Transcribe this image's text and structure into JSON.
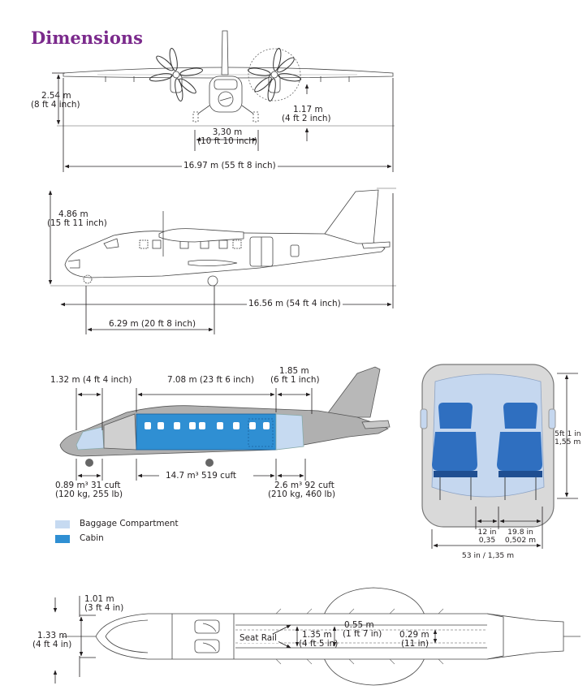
{
  "title": "Dimensions",
  "front_view": {
    "height": "2.54 m",
    "height_imperial": "(8 ft 4 inch)",
    "prop_clearance": "1.17 m",
    "prop_clearance_imperial": "(4 ft 2 inch)",
    "track": "3,30 m",
    "track_imperial": "(10 ft 10 inch)",
    "span": "16.97 m (55 ft 8 inch)"
  },
  "side_view": {
    "height": "4.86 m",
    "height_imperial": "(15 ft 11 inch)",
    "length": "16.56 m (54 ft 4 inch)",
    "wheelbase": "6.29 m (20 ft 8 inch)"
  },
  "cabin_view": {
    "nose_length": "1.32 m (4 ft 4 inch)",
    "cabin_length": "7.08 m (23 ft 6 inch)",
    "rear_length": "1.85 m",
    "rear_length_imperial": "(6 ft 1 inch)",
    "nose_volume": "0.89 m³ 31 cuft",
    "nose_load": "(120 kg, 255 lb)",
    "cabin_volume": "14.7 m³ 519 cuft",
    "rear_volume": "2.6 m³ 92 cuft",
    "rear_load": "(210 kg, 460 lb)"
  },
  "legend": {
    "items": [
      {
        "label": "Baggage Compartment",
        "color": "#c6daf1"
      },
      {
        "label": "Cabin",
        "color": "#2f8fd3"
      }
    ]
  },
  "cross_section": {
    "height": "5ft 1 in",
    "height_metric": "1,55 m",
    "aisle": "12 in",
    "aisle_metric": "0,35",
    "seat": "19.8 in",
    "seat_metric": "0,502 m",
    "width": "53 in / 1,35 m"
  },
  "plan_view": {
    "door_height": "1.01 m",
    "door_height_imperial": "(3 ft 4 in)",
    "body_width": "1.33 m",
    "body_width_imperial": "(4 ft 4 in)",
    "seat_rail": "Seat Rail",
    "rail_span": "1.35 m",
    "rail_span_imperial": "(4 ft 5 in)",
    "rail_gap": "0.55 m",
    "rail_gap_imperial": "(1 ft 7 in)",
    "rail_offset": "0.29 m",
    "rail_offset_imperial": "(11 in)"
  }
}
